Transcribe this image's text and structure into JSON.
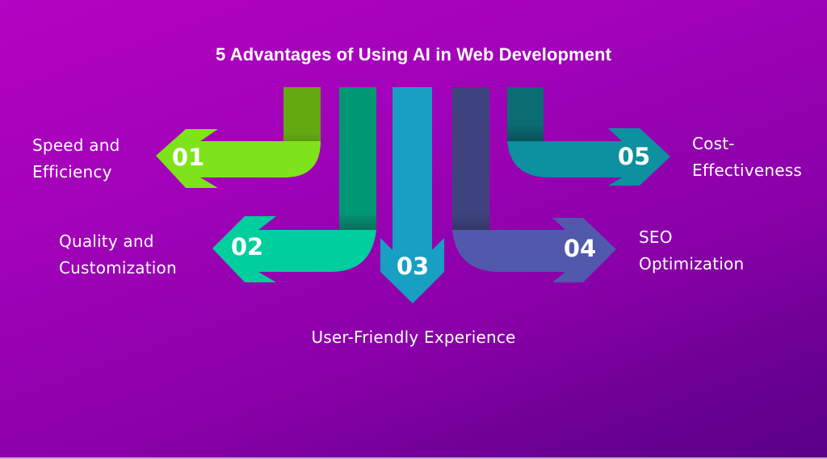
{
  "title": "5 Advantages of Using AI in Web Development",
  "colors": {
    "background_start": "#b403c2",
    "background_end": "#5a0088",
    "arrow_01_stem": "#64a812",
    "arrow_01_band": "#7ee31a",
    "arrow_02_stem": "#009775",
    "arrow_02_band": "#00ce9e",
    "arrow_03": "#17a0c4",
    "arrow_04_stem": "#3e437f",
    "arrow_04_band": "#5159ac",
    "arrow_05_stem": "#0b6c73",
    "arrow_05_band": "#0d909f"
  },
  "items": [
    {
      "number": "01",
      "label_line1": "Speed and",
      "label_line2": "Efficiency",
      "direction": "left"
    },
    {
      "number": "02",
      "label_line1": "Quality and",
      "label_line2": "Customization",
      "direction": "left"
    },
    {
      "number": "03",
      "label_line1": "User-Friendly Experience",
      "label_line2": "",
      "direction": "down"
    },
    {
      "number": "04",
      "label_line1": "SEO",
      "label_line2": "Optimization",
      "direction": "right"
    },
    {
      "number": "05",
      "label_line1": "Cost-",
      "label_line2": "Effectiveness",
      "direction": "right"
    }
  ]
}
